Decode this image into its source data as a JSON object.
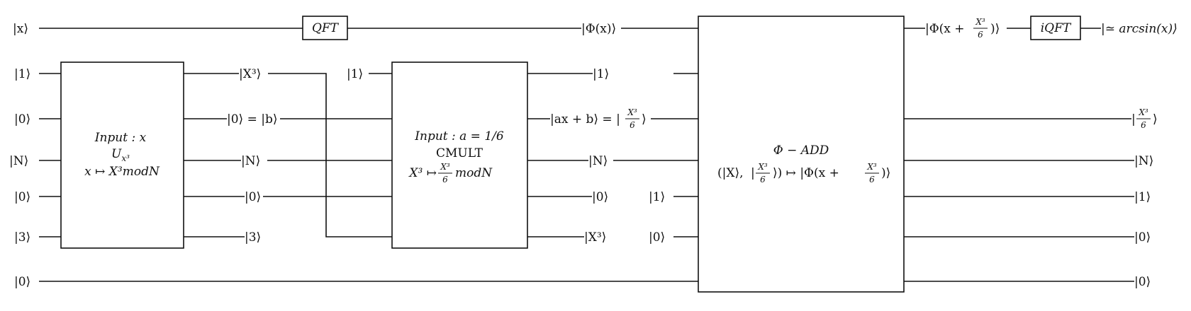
{
  "inputs": {
    "x": "|x⟩",
    "one": "|1⟩",
    "zero1": "|0⟩",
    "N": "|N⟩",
    "zero2": "|0⟩",
    "three": "|3⟩",
    "zero3": "|0⟩"
  },
  "gates": {
    "qft": "QFT",
    "iqft": "iQFT",
    "ux3": {
      "line1": "Input : x",
      "line2": "U",
      "line2_sub": "x³",
      "line3": "x ↦ X³modN"
    },
    "cmult": {
      "line1": "Input : a = 1/6",
      "line2": "CMULT",
      "line3_pre": "X³ ↦ ",
      "frac_num": "X³",
      "frac_den": "6",
      "line3_post": "modN"
    },
    "phi_add": {
      "line1": "Φ − ADD",
      "line2_a": "(|X⟩,",
      "frac_num": "X³",
      "frac_den": "6",
      "line2_b": "⟩) ↦ |Φ(x +",
      "frac2_num": "X³",
      "frac2_den": "6",
      "line2_c": ")⟩"
    }
  },
  "mid1": {
    "x3": "|X³⟩",
    "b": "|0⟩ = |b⟩",
    "N": "|N⟩",
    "zero": "|0⟩",
    "three": "|3⟩"
  },
  "mid2": {
    "one_in": "|1⟩",
    "phi_x": "|Φ(x)⟩",
    "one_out": "|1⟩",
    "axb": "|ax + b⟩ = |",
    "frac_num": "X³",
    "frac_den": "6",
    "frac_close": "⟩",
    "N": "|N⟩",
    "zero": "|0⟩",
    "x3": "|X³⟩",
    "one_anc": "|1⟩",
    "zero_anc": "|0⟩"
  },
  "outputs": {
    "phi_pre": "|Φ(x +",
    "frac_num": "X³",
    "frac_den": "6",
    "phi_post": ")⟩",
    "arcsin": "|≃ arcsin(x)⟩",
    "frac_out_pre": "|",
    "frac_out_num": "X³",
    "frac_out_den": "6",
    "frac_out_post": "⟩",
    "N": "|N⟩",
    "one": "|1⟩",
    "zero1": "|0⟩",
    "zero2": "|0⟩"
  }
}
